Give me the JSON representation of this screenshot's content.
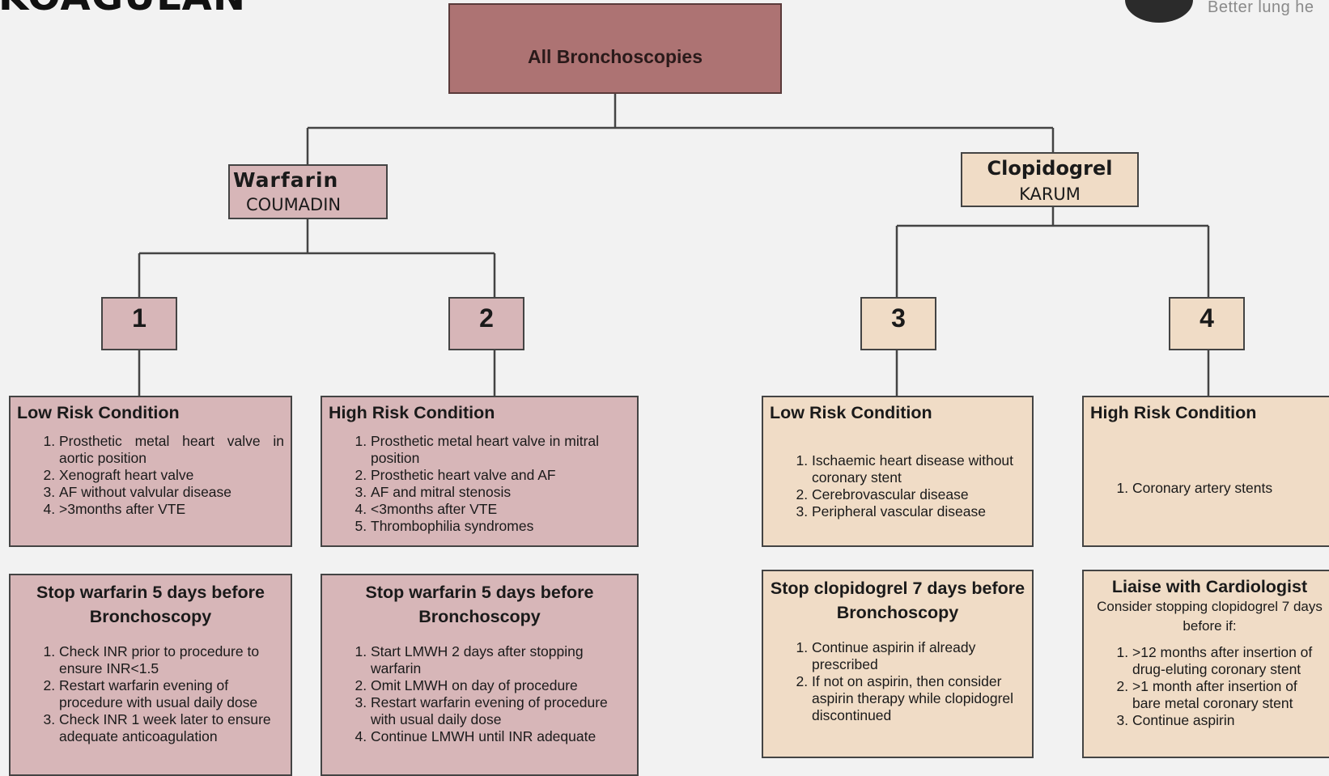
{
  "header": {
    "title_partial": "KOAGULAN",
    "tagline": "Better lung he"
  },
  "root": {
    "label": "All Bronchoscopies"
  },
  "drugs": [
    {
      "name": "Warfarin",
      "subtitle": "COUMADIN"
    },
    {
      "name": "Clopidogrel",
      "subtitle": "KARUM"
    }
  ],
  "branches": [
    {
      "number": "1",
      "condition": {
        "title": "Low Risk Condition",
        "items": [
          "Prosthetic metal heart valve in aortic position",
          "Xenograft heart valve",
          "AF without valvular disease",
          ">3months after VTE"
        ]
      },
      "action": {
        "title": "Stop warfarin 5 days before Bronchoscopy",
        "subtitle": "",
        "items": [
          "Check INR prior to procedure to ensure INR<1.5",
          "Restart warfarin evening of procedure with usual daily dose",
          "Check INR 1 week later to ensure adequate anticoagulation"
        ]
      }
    },
    {
      "number": "2",
      "condition": {
        "title": "High Risk Condition",
        "items": [
          "Prosthetic metal heart valve in mitral position",
          "Prosthetic heart valve and AF",
          "AF and mitral stenosis",
          "<3months after VTE",
          "Thrombophilia syndromes"
        ]
      },
      "action": {
        "title": "Stop warfarin 5 days before Bronchoscopy",
        "subtitle": "",
        "items": [
          "Start LMWH 2 days after stopping warfarin",
          "Omit LMWH on day of procedure",
          "Restart warfarin evening of procedure with usual daily dose",
          "Continue LMWH until INR adequate"
        ]
      }
    },
    {
      "number": "3",
      "condition": {
        "title": "Low Risk Condition",
        "items": [
          "Ischaemic heart disease without coronary stent",
          "Cerebrovascular disease",
          "Peripheral vascular disease"
        ]
      },
      "action": {
        "title": "Stop clopidogrel 7 days before Bronchoscopy",
        "subtitle": "",
        "items": [
          "Continue aspirin if already prescribed",
          "If not on aspirin, then consider aspirin therapy while clopidogrel discontinued"
        ]
      }
    },
    {
      "number": "4",
      "condition": {
        "title": "High Risk Condition",
        "items": [
          "Coronary artery stents"
        ]
      },
      "action": {
        "title": "Liaise with Cardiologist",
        "subtitle": "Consider stopping clopidogrel 7 days before if:",
        "items": [
          ">12 months after insertion of drug-eluting coronary stent",
          ">1 month after insertion of bare metal coronary stent",
          "Continue aspirin"
        ]
      }
    }
  ],
  "colors": {
    "root_fill": "#ad7373",
    "warfarin_branch_fill": "#d7b6b8",
    "clopidogrel_branch_fill": "#f0dcc6",
    "connector": "#444444",
    "background": "#f2f2f2"
  }
}
